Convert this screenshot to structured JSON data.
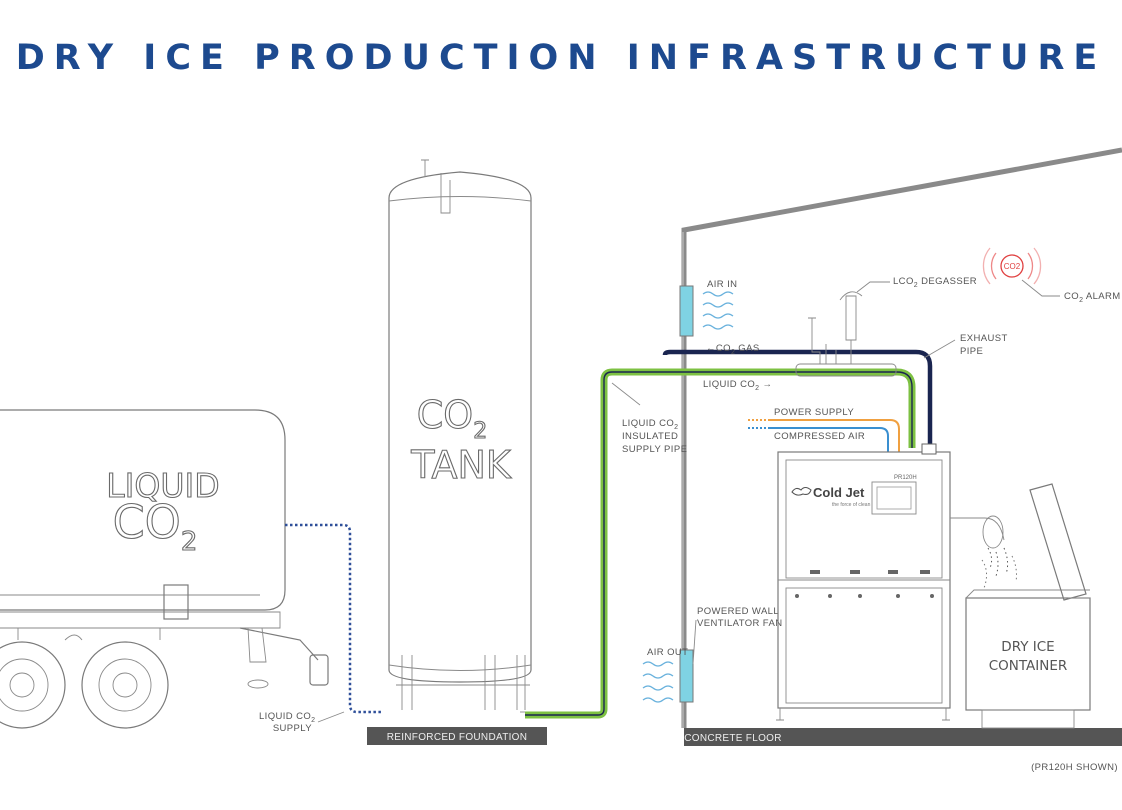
{
  "title": "DRY ICE PRODUCTION INFRASTRUCTURE",
  "trailer": {
    "line1": "LIQUID",
    "line2": "CO",
    "sub": "2"
  },
  "tank": {
    "line1": "CO",
    "sub": "2",
    "line2": "TANK"
  },
  "labels": {
    "liquid_co2_supply_1": "LIQUID CO",
    "liquid_co2_supply_sub": "2",
    "liquid_co2_supply_2": "SUPPLY",
    "reinforced_foundation": "REINFORCED FOUNDATION",
    "concrete_floor": "CONCRETE FLOOR",
    "insulated_pipe_1": "LIQUID CO",
    "insulated_pipe_sub": "2",
    "insulated_pipe_2": "INSULATED",
    "insulated_pipe_3": "SUPPLY PIPE",
    "air_in": "AIR IN",
    "air_out": "AIR OUT",
    "co2_gas": "CO",
    "co2_gas_sub": "2",
    "co2_gas_suffix": " GAS",
    "liquid_co2": "LIQUID CO",
    "liquid_co2_sub": "2",
    "lco2_degasser": "LCO",
    "lco2_degasser_sub": "2",
    "lco2_degasser_suffix": " DEGASSER",
    "co2_alarm": "CO",
    "co2_alarm_sub": "2",
    "co2_alarm_suffix": " ALARM",
    "alarm_icon_text": "CO2",
    "exhaust_pipe_1": "EXHAUST",
    "exhaust_pipe_2": "PIPE",
    "power_supply": "POWER SUPPLY",
    "compressed_air": "COMPRESSED AIR",
    "ventilator_1": "POWERED WALL",
    "ventilator_2": "VENTILATOR FAN",
    "dry_ice_container_1": "DRY ICE",
    "dry_ice_container_2": "CONTAINER",
    "pr120h_shown": "(PR120H SHOWN)"
  },
  "machine": {
    "brand": "Cold Jet",
    "tagline": "the force of clean",
    "model": "PR120H"
  },
  "colors": {
    "title": "#1d4a8f",
    "liquid_line": "#7dc142",
    "exhaust_line": "#1a2550",
    "power_line": "#f0a040",
    "air_line": "#3a8fd0",
    "supply_hose": "#2e4f99",
    "vent": "#7fd3e3",
    "floor": "#555555"
  },
  "icons": [
    "warning-alarm-icon",
    "cold-jet-logo-icon"
  ]
}
